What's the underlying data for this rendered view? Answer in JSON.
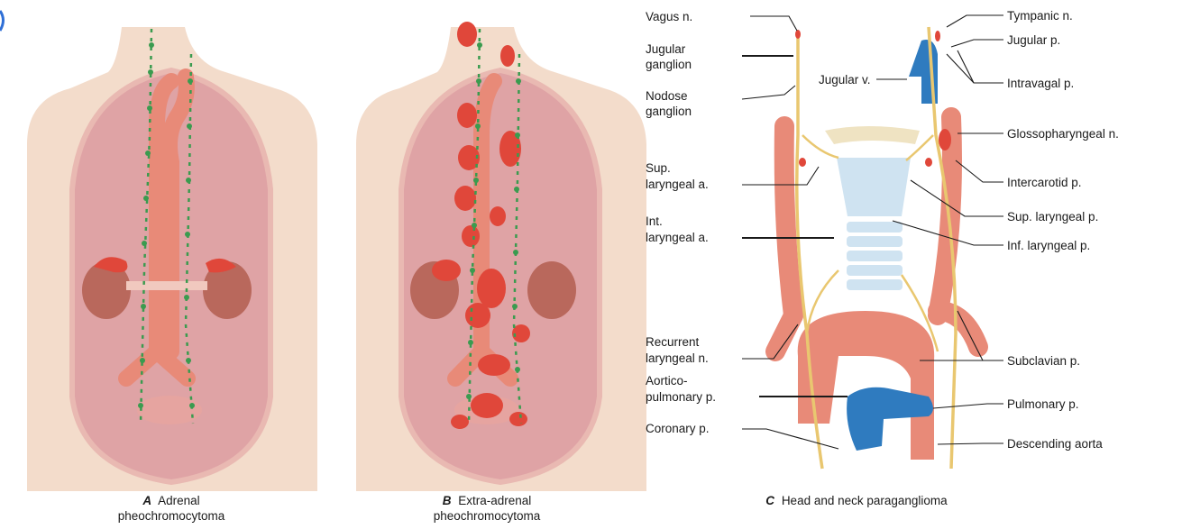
{
  "panels": {
    "a": {
      "caption_letter": "A",
      "caption_line1": "Adrenal",
      "caption_line2": "pheochromocytoma"
    },
    "b": {
      "caption_letter": "B",
      "caption_line1": "Extra-adrenal",
      "caption_line2": "pheochromocytoma"
    },
    "c": {
      "caption_letter": "C",
      "caption_text": "Head and neck paraganglioma"
    }
  },
  "labels_left": {
    "vagus": "Vagus n.",
    "jugular_ganglion_1": "Jugular",
    "jugular_ganglion_2": "ganglion",
    "nodose_1": "Nodose",
    "nodose_2": "ganglion",
    "sup_laryngeal_a_1": "Sup.",
    "sup_laryngeal_a_2": "laryngeal a.",
    "int_laryngeal_a_1": "Int.",
    "int_laryngeal_a_2": "laryngeal a.",
    "recurrent_1": "Recurrent",
    "recurrent_2": "laryngeal n.",
    "aortico_1": "Aortico-",
    "aortico_2": "pulmonary p.",
    "coronary": "Coronary p."
  },
  "labels_center": {
    "jugular_v": "Jugular v."
  },
  "labels_right": {
    "tympanic": "Tympanic n.",
    "jugular_p": "Jugular p.",
    "intravagal": "Intravagal p.",
    "glossopharyngeal": "Glossopharyngeal n.",
    "intercarotid": "Intercarotid p.",
    "sup_laryngeal_p": "Sup. laryngeal p.",
    "inf_laryngeal_p": "Inf. laryngeal p.",
    "subclavian": "Subclavian p.",
    "pulmonary": "Pulmonary p.",
    "descending_aorta": "Descending aorta"
  },
  "colors": {
    "skin": "#f3dccb",
    "cavity": "#dfa3a5",
    "artery": "#e88a78",
    "tumor": "#e0473a",
    "kidney": "#b9685c",
    "vein": "#2f7bbf",
    "nerve": "#e9c770",
    "green": "#3a9b4f",
    "cartilage": "#cfe3f1"
  }
}
